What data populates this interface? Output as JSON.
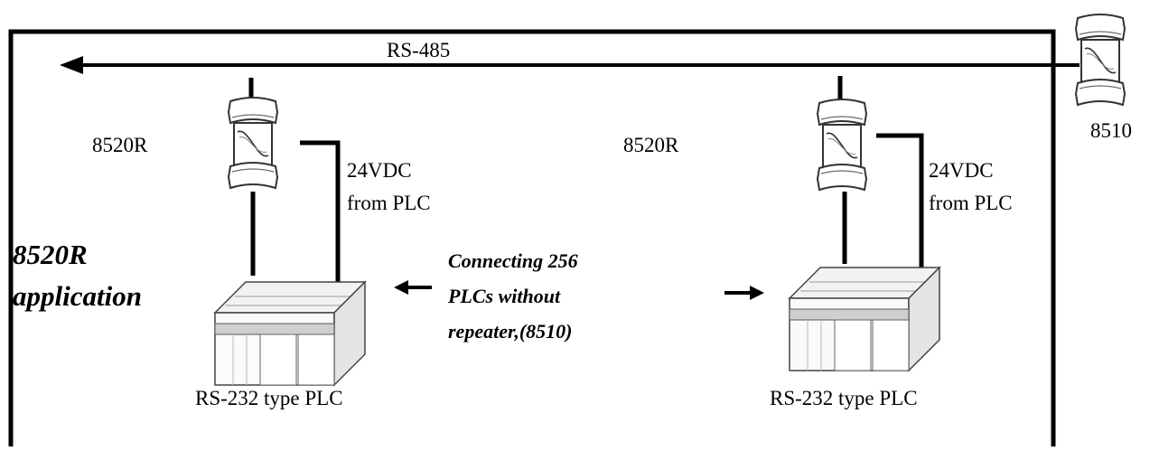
{
  "bus_label": "RS-485",
  "converter_left": {
    "label": "8520R",
    "power_line1": "24VDC",
    "power_line2": "from PLC"
  },
  "converter_right": {
    "label": "8520R",
    "power_line1": "24VDC",
    "power_line2": "from PLC"
  },
  "repeater_label": "8510",
  "app_title_line1": "8520R",
  "app_title_line2": "application",
  "note_line1": "Connecting 256",
  "note_line2": "PLCs without",
  "note_line3": "repeater,(8510)",
  "plc_left_label": "RS-232 type PLC",
  "plc_right_label": "RS-232 type PLC"
}
